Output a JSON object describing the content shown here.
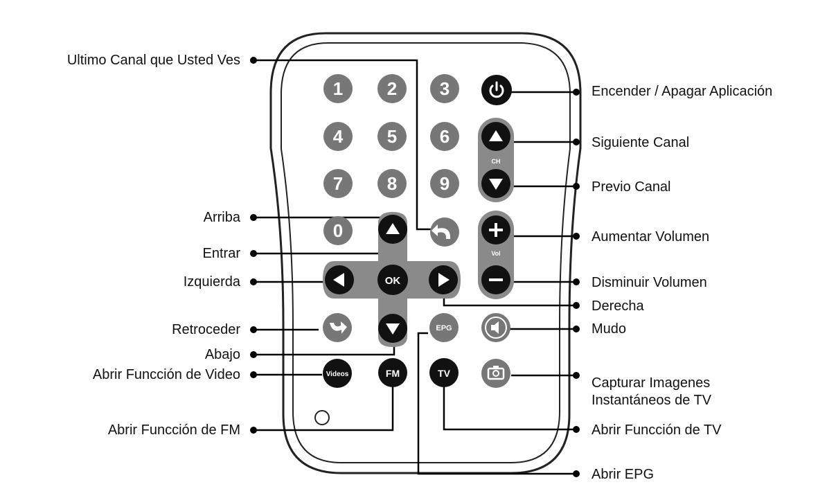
{
  "remote": {
    "digits": [
      "1",
      "2",
      "3",
      "4",
      "5",
      "6",
      "7",
      "8",
      "9",
      "0"
    ],
    "ch_label": "CH",
    "vol_label": "Vol",
    "ok_label": "OK",
    "epg_label": "EPG",
    "videos_label": "Videos",
    "fm_label": "FM",
    "tv_label": "TV"
  },
  "callouts": {
    "last_channel": "Ultimo Canal que Usted Ves",
    "up": "Arriba",
    "enter": "Entrar",
    "left": "Izquierda",
    "back": "Retroceder",
    "down": "Abajo",
    "video": "Abrir Funcción de Video",
    "fm": "Abrir Funcción de FM",
    "power": "Encender / Apagar Aplicación",
    "next_channel": "Siguiente Canal",
    "prev_channel": "Previo Canal",
    "vol_up": "Aumentar Volumen",
    "vol_down": "Disminuir Volumen",
    "right": "Derecha",
    "mute": "Mudo",
    "snapshot_line1": "Capturar Imagenes",
    "snapshot_line2": "Instantáneos de TV",
    "tv": "Abrir Funcción de TV",
    "epg": "Abrir EPG"
  }
}
